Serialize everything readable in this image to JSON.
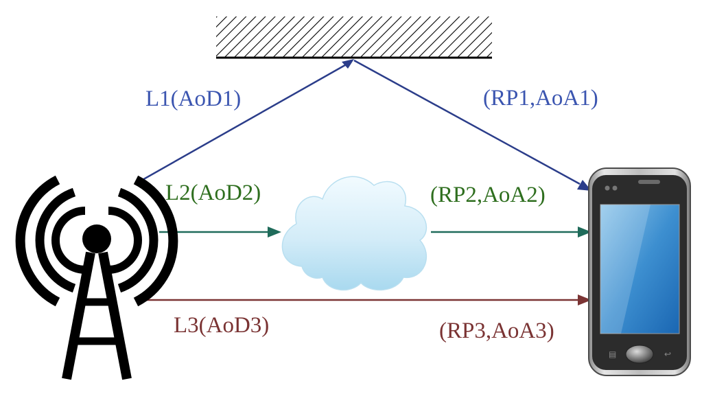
{
  "colors": {
    "path1": "#2b3d8a",
    "path1_label": "#3b55b0",
    "path2": "#1f6b5a",
    "path2_label": "#2e6e1e",
    "path3": "#7b3434",
    "path3_label": "#7a3333",
    "reflector": "#000000",
    "tower": "#000000"
  },
  "labels": {
    "l1": "L1(AoD1)",
    "rp1": "(RP1,AoA1)",
    "l2": "L2(AoD2)",
    "rp2": "(RP2,AoA2)",
    "l3": "L3(AoD3)",
    "rp3": "(RP3,AoA3)"
  },
  "icons": {
    "transmitter": "radio-tower-icon",
    "scatterer": "cloud-icon",
    "reflector": "hatched-wall-icon",
    "receiver": "smartphone-icon"
  }
}
